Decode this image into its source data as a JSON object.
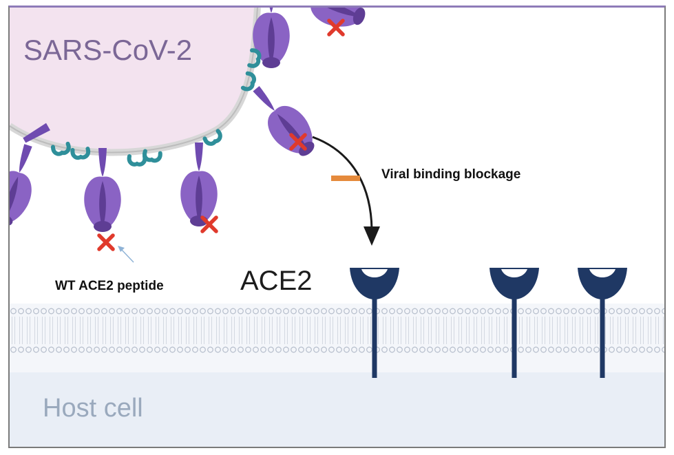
{
  "labels": {
    "virus": "SARS-CoV-2",
    "blockage": "Viral binding blockage",
    "peptide": "WT ACE2 peptide",
    "receptor": "ACE2",
    "host": "Host cell"
  },
  "colors": {
    "virus_fill": "#f3e3ef",
    "membrane": "#c8c8c8",
    "spike": "#8a63c4",
    "spike_dark": "#5e3d94",
    "peptide_teal": "#2f8f9a",
    "block_x": "#e03a2c",
    "blockage_bar": "#e58a3c",
    "receptor": "#1f3864",
    "host_bg": "#e9eef6",
    "bilayer": "#c3cad6"
  },
  "icons": [
    "spike-protein-icon",
    "ace2-peptide-icon",
    "block-x-icon",
    "ace2-receptor-icon",
    "lipid-bilayer-icon"
  ]
}
